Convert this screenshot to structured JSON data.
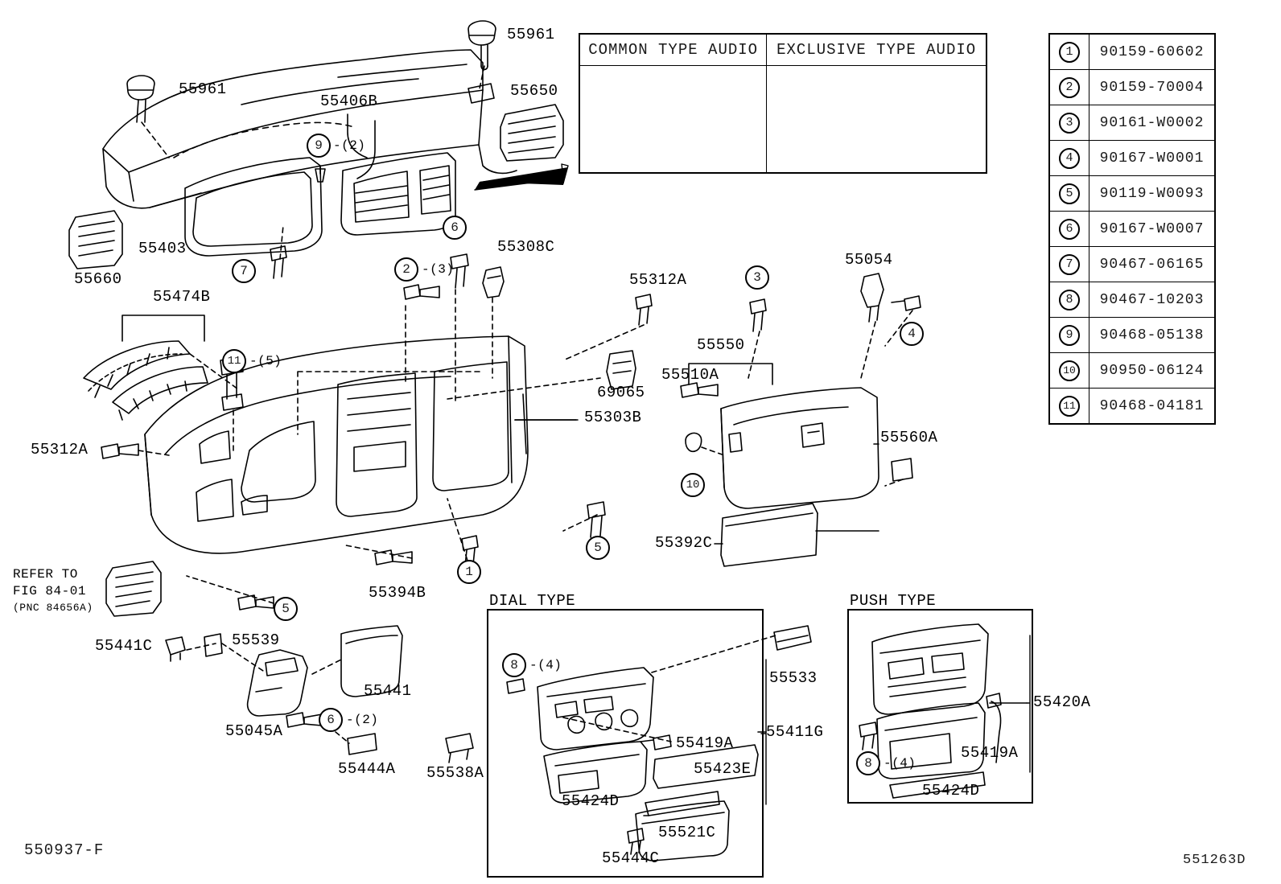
{
  "diagram": {
    "footer_left": "550937-F",
    "footer_right": "551263D"
  },
  "audio_table": {
    "headers": [
      "COMMON TYPE AUDIO",
      "EXCLUSIVE TYPE AUDIO"
    ]
  },
  "legend": {
    "rows": [
      {
        "num": "1",
        "code": "90159-60602"
      },
      {
        "num": "2",
        "code": "90159-70004"
      },
      {
        "num": "3",
        "code": "90161-W0002"
      },
      {
        "num": "4",
        "code": "90167-W0001"
      },
      {
        "num": "5",
        "code": "90119-W0093"
      },
      {
        "num": "6",
        "code": "90167-W0007"
      },
      {
        "num": "7",
        "code": "90467-06165"
      },
      {
        "num": "8",
        "code": "90467-10203"
      },
      {
        "num": "9",
        "code": "90468-05138"
      },
      {
        "num": "10",
        "code": "90950-06124"
      },
      {
        "num": "11",
        "code": "90468-04181"
      }
    ]
  },
  "callouts": {
    "p55961_top": "55961",
    "p55961_left": "55961",
    "p55406B": "55406B",
    "p55650": "55650",
    "p55403": "55403",
    "p55660": "55660",
    "p55308C": "55308C",
    "p55312A_top": "55312A",
    "p55054": "55054",
    "p55550": "55550",
    "p55510A": "55510A",
    "p55560A": "55560A",
    "p55474B": "55474B",
    "p69065": "69065",
    "p55303B": "55303B",
    "p55312A_left": "55312A",
    "p55392C": "55392C",
    "p55394B": "55394B",
    "p55441C": "55441C",
    "p55539": "55539",
    "p55441": "55441",
    "p55045A": "55045A",
    "p55444A": "55444A",
    "p55538A": "55538A",
    "p55533": "55533",
    "p55419A_dial": "55419A",
    "p55411G": "55411G",
    "p55423E": "55423E",
    "p55424D_dial": "55424D",
    "p55521C": "55521C",
    "p55444C": "55444C",
    "p55420A": "55420A",
    "p55419A_push": "55419A",
    "p55424D_push": "55424D",
    "refer_line1": "REFER TO",
    "refer_line2": "FIG 84-01",
    "refer_line3": "(PNC 84656A)",
    "dial_type": "DIAL TYPE",
    "push_type": "PUSH TYPE"
  },
  "markers": {
    "m9": "9",
    "m9_qty": "-(2)",
    "m7": "7",
    "m6_top": "6",
    "m2": "2",
    "m2_qty": "-(3)",
    "m3": "3",
    "m4": "4",
    "m11": "11",
    "m11_qty": "-(5)",
    "m1": "1",
    "m5_mid": "5",
    "m10": "10",
    "m5_low": "5",
    "m6_low": "6",
    "m6_low_qty": "-(2)",
    "m8_dial": "8",
    "m8_dial_qty": "-(4)",
    "m8_push": "8",
    "m8_push_qty": "-(4)"
  }
}
